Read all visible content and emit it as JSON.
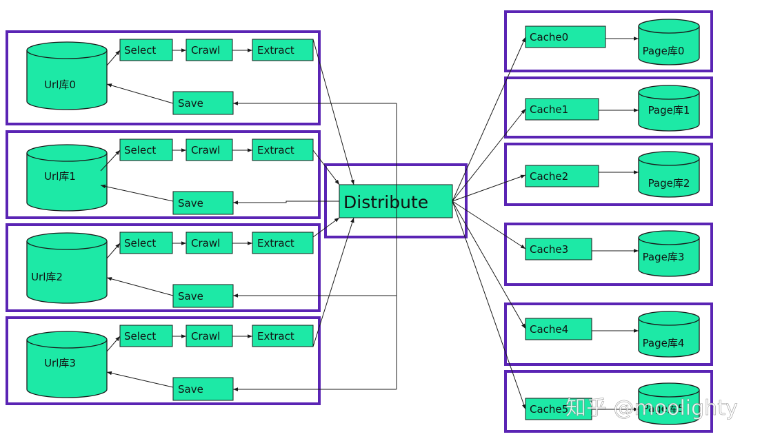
{
  "groups_left": [
    {
      "db": "Url库0",
      "select": "Select",
      "crawl": "Crawl",
      "extract": "Extract",
      "save": "Save"
    },
    {
      "db": "Url库1",
      "select": "Select",
      "crawl": "Crawl",
      "extract": "Extract",
      "save": "Save"
    },
    {
      "db": "Url库2",
      "select": "Select",
      "crawl": "Crawl",
      "extract": "Extract",
      "save": "Save"
    },
    {
      "db": "Url库3",
      "select": "Select",
      "crawl": "Crawl",
      "extract": "Extract",
      "save": "Save"
    }
  ],
  "distribute": "Distribute",
  "groups_right": [
    {
      "cache": "Cache0",
      "page": "Page库0"
    },
    {
      "cache": "Cache1",
      "page": "Page库1"
    },
    {
      "cache": "Cache2",
      "page": "Page库2"
    },
    {
      "cache": "Cache3",
      "page": "Page库3"
    },
    {
      "cache": "Cache4",
      "page": "Page库4"
    },
    {
      "cache": "Cache5",
      "page": "Page库5"
    }
  ],
  "watermark": "知乎 @moolighty",
  "colors": {
    "node_fill": "#1de9a6",
    "frame_stroke": "#5a24b4",
    "edge": "#1a1a1a"
  }
}
